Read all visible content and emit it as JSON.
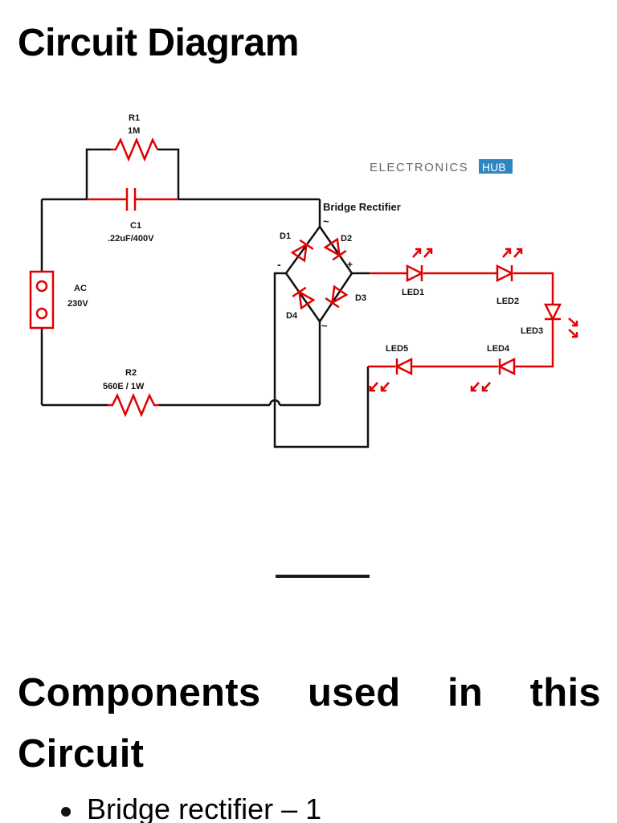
{
  "page": {
    "heading": "Circuit Diagram",
    "section_heading_words": [
      "Components",
      "used",
      "in",
      "this"
    ],
    "section_heading_line2": "Circuit",
    "components": [
      {
        "label": "Bridge rectifier – 1"
      }
    ]
  },
  "diagram": {
    "logo": {
      "text": "ELECTRONICS",
      "badge": "HUB",
      "badge_color": "#2e86c1"
    },
    "wire_color": "#111111",
    "component_color": "#e00000",
    "labels": {
      "r1_name": "R1",
      "r1_value": "1M",
      "c1_name": "C1",
      "c1_value": ".22uF/400V",
      "ac_name": "AC",
      "ac_value": "230V",
      "r2_name": "R2",
      "r2_value": "560E / 1W",
      "bridge": "Bridge Rectifier",
      "d1": "D1",
      "d2": "D2",
      "d3": "D3",
      "d4": "D4",
      "plus": "+",
      "minus": "-",
      "ac_in_top": "~",
      "ac_in_bottom": "~",
      "led1": "LED1",
      "led2": "LED2",
      "led3": "LED3",
      "led4": "LED4",
      "led5": "LED5"
    }
  }
}
